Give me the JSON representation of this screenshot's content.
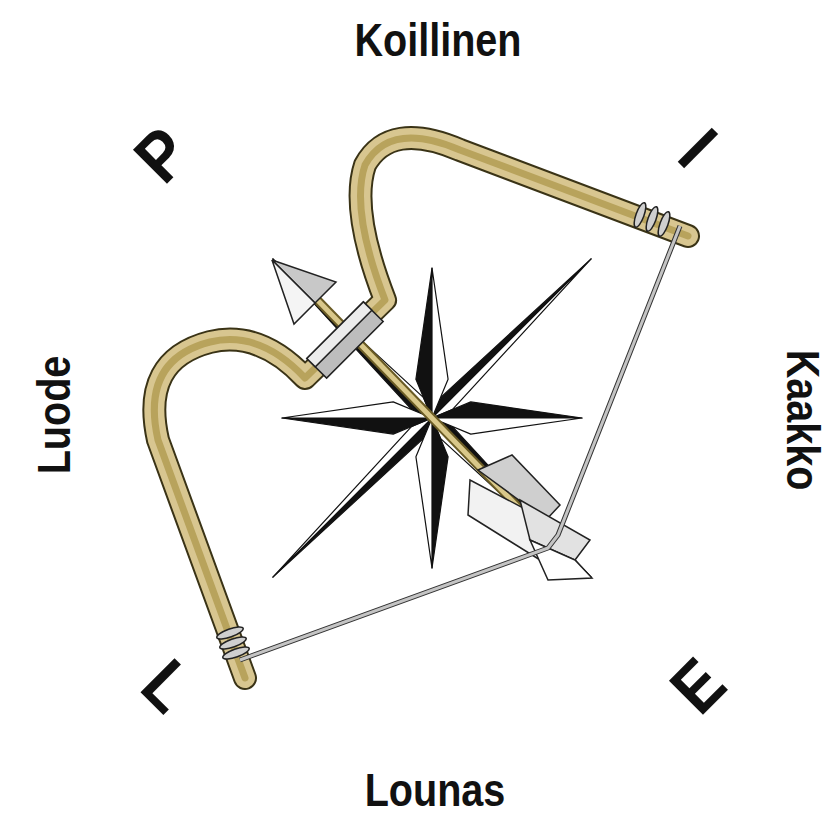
{
  "diagram": {
    "labels": [
      "Koillinen",
      "P",
      "I",
      "Luode",
      "Kaakko",
      "L",
      "E",
      "Lounas"
    ]
  }
}
